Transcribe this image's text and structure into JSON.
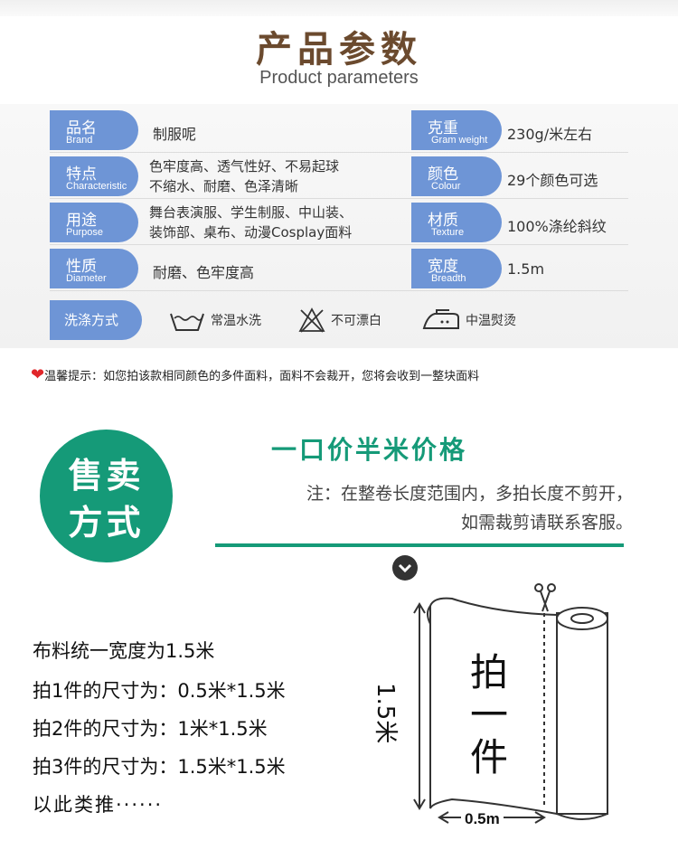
{
  "header": {
    "title_cn": "产品参数",
    "title_en": "Product parameters"
  },
  "params": [
    {
      "cn": "品名",
      "en": "Brand",
      "value": "制服呢"
    },
    {
      "cn": "特点",
      "en": "Characteristic",
      "value_lines": [
        "色牢度高、透气性好、不易起球",
        "不缩水、耐磨、色泽清晰"
      ]
    },
    {
      "cn": "用途",
      "en": "Purpose",
      "value_lines": [
        "舞台表演服、学生制服、中山装、",
        "装饰部、桌布、动漫Cosplay面料"
      ]
    },
    {
      "cn": "性质",
      "en": "Diameter",
      "value": "耐磨、色牢度高"
    }
  ],
  "params_right": [
    {
      "cn": "克重",
      "en": "Gram weight",
      "value": "230g/米左右"
    },
    {
      "cn": "颜色",
      "en": "Colour",
      "value": "29个颜色可选"
    },
    {
      "cn": "材质",
      "en": "Texture",
      "value": "100%涤纶斜纹"
    },
    {
      "cn": "宽度",
      "en": "Breadth",
      "value": "1.5m"
    }
  ],
  "care": {
    "label": "洗涤方式",
    "items": [
      {
        "icon": "wash-basin-icon",
        "text": "常温水洗"
      },
      {
        "icon": "no-bleach-icon",
        "text": "不可漂白"
      },
      {
        "icon": "iron-icon",
        "text": "中温熨烫"
      }
    ]
  },
  "tip": "温馨提示：如您拍该款相同颜色的多件面料，面料不会裁开，您将会收到一整块面料",
  "sale": {
    "circle_lines": [
      "售卖",
      "方式"
    ],
    "headline": "一口价半米价格",
    "note_lines": [
      "注：在整卷长度范围内，多拍长度不剪开，",
      "如需裁剪请联系客服。"
    ]
  },
  "sizes": [
    "布料统一宽度为1.5米",
    "拍1件的尺寸为：0.5米*1.5米",
    "拍2件的尺寸为：1米*1.5米",
    "拍3件的尺寸为：1.5米*1.5米",
    "以此类推······"
  ],
  "diagram": {
    "height_label": "1.5米",
    "width_label": "0.5m",
    "center_chars": [
      "拍",
      "一",
      "件"
    ]
  },
  "colors": {
    "tab_blue": "#6e95d6",
    "green": "#159a78",
    "title_brown": "#6b4a2e",
    "heart_red": "#e0262a"
  }
}
